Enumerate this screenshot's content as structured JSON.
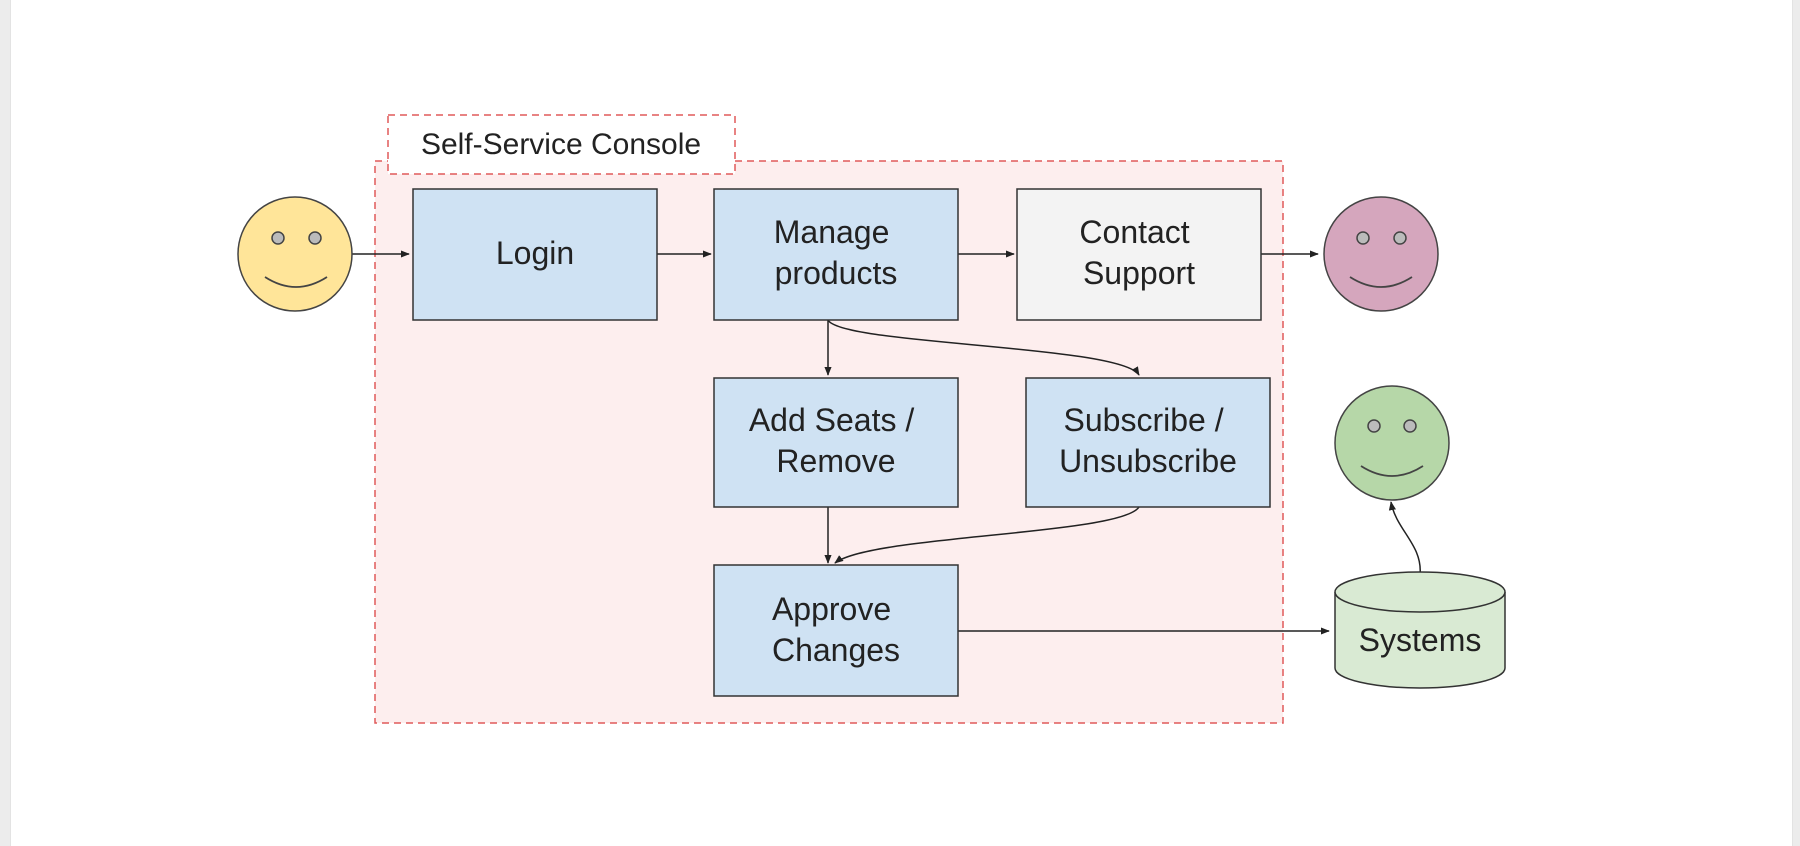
{
  "diagram": {
    "group": {
      "label": "Self-Service Console"
    },
    "nodes": {
      "login": {
        "label": [
          "Login"
        ],
        "fill": "#cfe2f3"
      },
      "manage": {
        "label": [
          "Manage",
          "products"
        ],
        "fill": "#cfe2f3"
      },
      "support": {
        "label": [
          "Contact",
          "Support"
        ],
        "fill": "#f3f3f3"
      },
      "seats": {
        "label": [
          "Add Seats /",
          "Remove"
        ],
        "fill": "#cfe2f3"
      },
      "subscribe": {
        "label": [
          "Subscribe /",
          "Unsubscribe"
        ],
        "fill": "#cfe2f3"
      },
      "approve": {
        "label": [
          "Approve",
          "Changes"
        ],
        "fill": "#cfe2f3"
      },
      "systems": {
        "label": [
          "Systems"
        ],
        "fill": "#d9ead3"
      }
    },
    "actors": {
      "user": {
        "color": "#ffe599"
      },
      "support_agent": {
        "color": "#d5a6bd"
      },
      "system_actor": {
        "color": "#b6d7a8"
      }
    },
    "colors": {
      "group_fill": "#fdeeee",
      "group_border": "#e05a5a",
      "stroke": "#333333"
    }
  }
}
